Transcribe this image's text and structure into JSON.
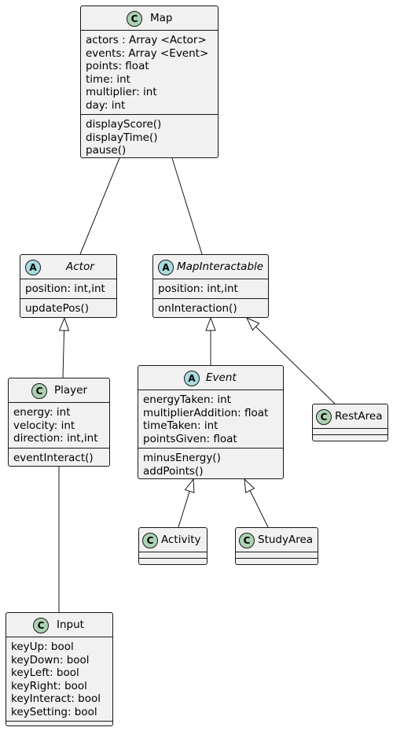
{
  "classes": {
    "map": {
      "stereotype": "C",
      "name": "Map",
      "attributes": [
        "actors : Array <Actor>",
        "events: Array <Event>",
        "points: float",
        "time: int",
        "multiplier: int",
        "day: int"
      ],
      "methods": [
        "displayScore()",
        "displayTime()",
        "pause()"
      ]
    },
    "actor": {
      "stereotype": "A",
      "name": "Actor",
      "attributes": [
        "position: int,int"
      ],
      "methods": [
        "updatePos()"
      ]
    },
    "mapinteractable": {
      "stereotype": "A",
      "name": "MapInteractable",
      "attributes": [
        "position: int,int"
      ],
      "methods": [
        "onInteraction()"
      ]
    },
    "player": {
      "stereotype": "C",
      "name": "Player",
      "attributes": [
        "energy: int",
        "velocity: int",
        "direction: int,int"
      ],
      "methods": [
        "eventInteract()"
      ]
    },
    "event": {
      "stereotype": "A",
      "name": "Event",
      "attributes": [
        "energyTaken: int",
        "multiplierAddition: float",
        "timeTaken: int",
        "pointsGiven: float"
      ],
      "methods": [
        "minusEnergy()",
        "addPoints()"
      ]
    },
    "restarea": {
      "stereotype": "C",
      "name": "RestArea",
      "attributes": [],
      "methods": []
    },
    "activity": {
      "stereotype": "C",
      "name": "Activity",
      "attributes": [],
      "methods": []
    },
    "studyarea": {
      "stereotype": "C",
      "name": "StudyArea",
      "attributes": [],
      "methods": []
    },
    "input": {
      "stereotype": "C",
      "name": "Input",
      "attributes": [
        "keyUp: bool",
        "keyDown: bool",
        "keyLeft: bool",
        "keyRight: bool",
        "keyInteract: bool",
        "keySetting: bool"
      ],
      "methods": []
    }
  },
  "relations": [
    {
      "from": "map",
      "to": "actor",
      "type": "association"
    },
    {
      "from": "map",
      "to": "mapinteractable",
      "type": "association"
    },
    {
      "from": "player",
      "to": "actor",
      "type": "inheritance"
    },
    {
      "from": "event",
      "to": "mapinteractable",
      "type": "inheritance"
    },
    {
      "from": "restarea",
      "to": "mapinteractable",
      "type": "inheritance"
    },
    {
      "from": "activity",
      "to": "event",
      "type": "inheritance"
    },
    {
      "from": "studyarea",
      "to": "event",
      "type": "inheritance"
    },
    {
      "from": "player",
      "to": "input",
      "type": "association"
    }
  ],
  "colors": {
    "class_fill": "#f1f1f1",
    "border": "#181818",
    "class_badge": "#add1b2",
    "abstract_badge": "#a9dcdf"
  }
}
